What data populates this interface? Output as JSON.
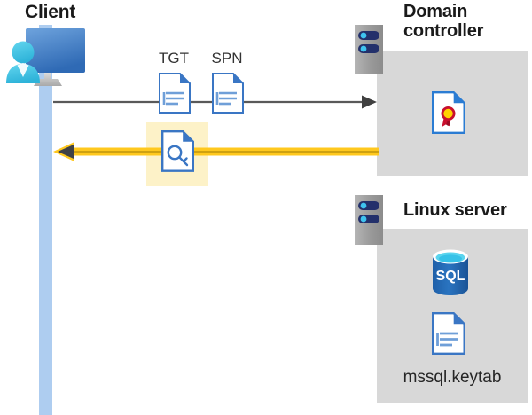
{
  "diagram": {
    "title_client": "Client",
    "title_domain_controller": "Domain controller",
    "title_linux_server": "Linux server",
    "labels": {
      "tgt": "TGT",
      "spn": "SPN",
      "keytab_file": "mssql.keytab",
      "sql_badge": "SQL"
    },
    "icons": {
      "client": "client-workstation-icon",
      "server_rack": "server-rack-icon",
      "tgt_document": "document-icon",
      "spn_document": "document-icon",
      "key_document": "key-document-icon",
      "certificate": "certificate-document-icon",
      "database": "sql-database-icon",
      "keytab_document": "document-icon"
    },
    "flows": [
      {
        "name": "request",
        "direction": "client-to-domain-controller",
        "color": "#595959",
        "style": "thin-line-with-arrowhead",
        "carries": [
          "TGT",
          "SPN"
        ]
      },
      {
        "name": "response",
        "direction": "domain-controller-to-client",
        "color": "#ffc000",
        "style": "thick-line-with-arrowhead",
        "carries": [
          "service-ticket"
        ],
        "highlight_color": "#fdf2c8"
      }
    ],
    "colors": {
      "panel_gray": "#d8d8d8",
      "lifeline_blue": "#aecdf0",
      "accent_blue": "#3a76c4",
      "yellow": "#ffc000",
      "highlight": "#fdf2c8",
      "arrow_gray": "#595959",
      "rack_gray": "#a0a0a0",
      "rack_navy": "#23306b",
      "rack_cyan": "#3fc3ef",
      "sql_blue": "#2a6ebb",
      "cert_red": "#c8102e",
      "cert_gold": "#ffd200"
    }
  }
}
